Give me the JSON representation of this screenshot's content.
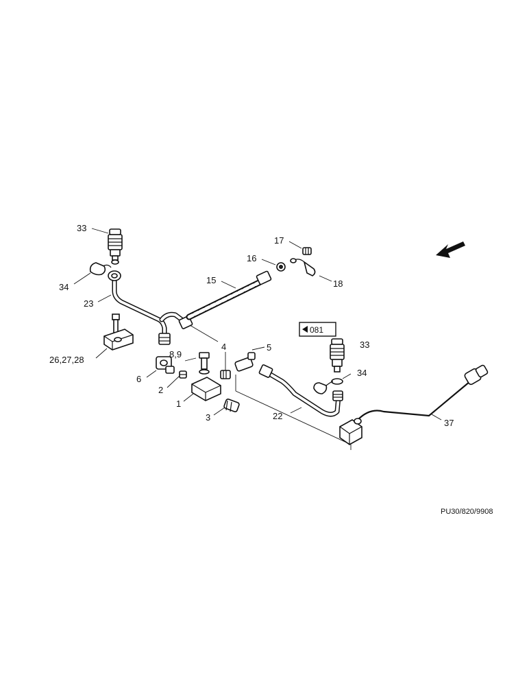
{
  "labels": {
    "l33a": "33",
    "l34a": "34",
    "l23": "23",
    "l262728": "26,27,28",
    "l6": "6",
    "l2": "2",
    "l89": "8,9",
    "l1": "1",
    "l3": "3",
    "l4": "4",
    "l5": "5",
    "l22": "22",
    "l15": "15",
    "l16": "16",
    "l17": "17",
    "l18": "18",
    "l33b": "33",
    "l34b": "34",
    "l37": "37"
  },
  "reference_box": "081",
  "drawing_code": "PU30/820/9908"
}
